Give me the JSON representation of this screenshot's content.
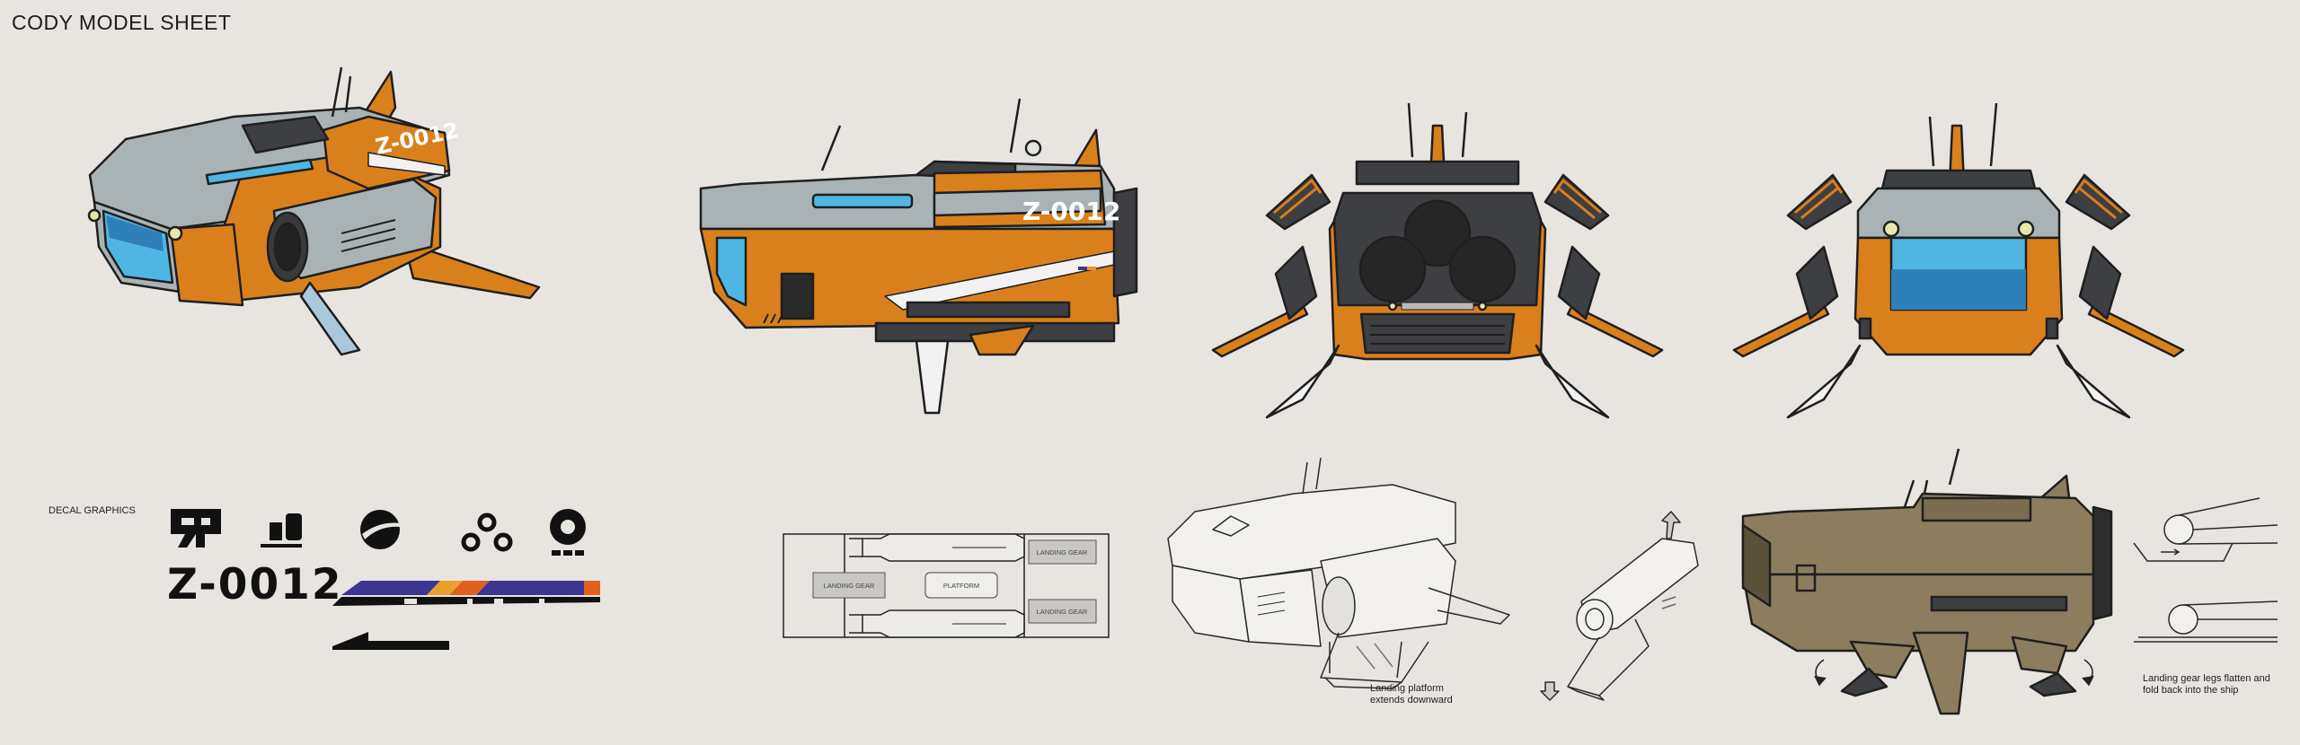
{
  "sheet": {
    "title": "CODY MODEL SHEET"
  },
  "ship": {
    "registration": "Z-0012"
  },
  "decals": {
    "section_title": "DECAL GRAPHICS",
    "registration": "Z-0012"
  },
  "plan": {
    "landing_gear_left": "LANDING GEAR",
    "platform": "PLATFORM",
    "landing_gear_top": "LANDING GEAR",
    "landing_gear_bottom": "LANDING GEAR"
  },
  "notes": {
    "platform": "Landing platform\nextends downward",
    "legs": "Landing gear legs flatten and\nfold back into the ship"
  },
  "colors": {
    "background": "#e8e4df",
    "hull_gray": "#a9b3b6",
    "hull_orange": "#d9801c",
    "canopy_blue": "#4fb6e4",
    "outline": "#1f1f1f",
    "stripe_purple": "#3c3592"
  },
  "icons": [
    "decal-mark-a-icon",
    "decal-mark-b-icon",
    "decal-swoosh-icon",
    "decal-three-dots-icon",
    "decal-ring-icon",
    "decal-stripe-icon",
    "decal-arrow-icon"
  ]
}
